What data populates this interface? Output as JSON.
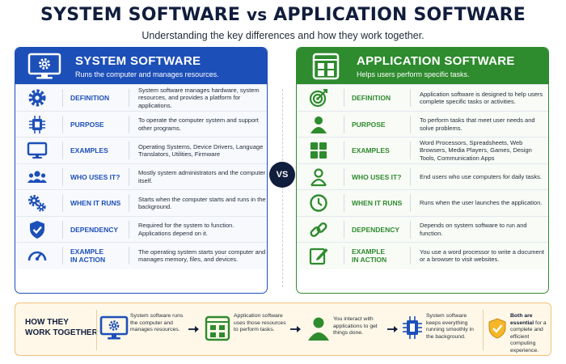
{
  "header": {
    "title_left": "SYSTEM SOFTWARE",
    "title_vs": "vs",
    "title_right": "APPLICATION SOFTWARE",
    "subtitle": "Understanding the key differences and how they work together."
  },
  "colors": {
    "system": "#1d4fb8",
    "application": "#2e8b2e",
    "navy": "#111d3c",
    "bottom_border": "#f0c27a"
  },
  "system": {
    "title": "SYSTEM SOFTWARE",
    "subtitle": "Runs the computer and manages resources.",
    "header_icon": "monitor-gear-icon",
    "rows": [
      {
        "label": "DEFINITION",
        "icon": "gear-icon",
        "desc": "System software manages hardware, system resources, and provides a platform for applications."
      },
      {
        "label": "PURPOSE",
        "icon": "chip-icon",
        "desc": "To operate the computer system and support other programs."
      },
      {
        "label": "EXAMPLES",
        "icon": "monitor-icon",
        "desc": "Operating Systems, Device Drivers, Language Translators, Utilities, Firmware"
      },
      {
        "label": "WHO USES IT?",
        "icon": "users-icon",
        "desc": "Mostly system administrators and the computer itself."
      },
      {
        "label": "WHEN IT RUNS",
        "icon": "gears-icon",
        "desc": "Starts when the computer starts and runs in the background."
      },
      {
        "label": "DEPENDENCY",
        "icon": "shield-check-icon",
        "desc": "Required for the system to function. Applications depend on it."
      },
      {
        "label_line1": "EXAMPLE",
        "label_line2": "IN ACTION",
        "icon": "speedometer-icon",
        "desc": "The operating system starts your computer and manages memory, files, and devices."
      }
    ]
  },
  "application": {
    "title": "APPLICATION SOFTWARE",
    "subtitle": "Helps users perform specific tasks.",
    "header_icon": "app-window-icon",
    "rows": [
      {
        "label": "DEFINITION",
        "icon": "target-icon",
        "desc": "Application software is designed to help users complete specific tasks or activities."
      },
      {
        "label": "PURPOSE",
        "icon": "user-icon",
        "desc": "To perform tasks that meet user needs and solve problems."
      },
      {
        "label": "EXAMPLES",
        "icon": "grid-icon",
        "desc": "Word Processors, Spreadsheets, Web Browsers, Media Players, Games, Design Tools, Communication Apps"
      },
      {
        "label": "WHO USES IT?",
        "icon": "user-outline-icon",
        "desc": "End users who use computers for daily tasks."
      },
      {
        "label": "WHEN IT RUNS",
        "icon": "clock-icon",
        "desc": "Runs when the user launches the application."
      },
      {
        "label": "DEPENDENCY",
        "icon": "link-icon",
        "desc": "Depends on system software to run and function."
      },
      {
        "label_line1": "EXAMPLE",
        "label_line2": "IN ACTION",
        "icon": "edit-icon",
        "desc": "You use a word processor to write a document or a browser to visit websites."
      }
    ]
  },
  "vs_badge": "VS",
  "together": {
    "title_line1": "HOW THEY",
    "title_line2": "WORK TOGETHER",
    "steps": [
      {
        "icon": "monitor-gear-icon",
        "text": "System software runs the computer and manages resources."
      },
      {
        "icon": "app-window-icon",
        "text": "Application software uses those resources to perform tasks."
      },
      {
        "icon": "user-icon",
        "text": "You interact with applications to get things done."
      },
      {
        "icon": "chip-icon",
        "text": "System software keeps everything running smoothly in the background."
      }
    ],
    "final_icon": "shield-check-icon",
    "final_bold": "Both are essential",
    "final_text": "for a complete and efficient computing experience."
  }
}
